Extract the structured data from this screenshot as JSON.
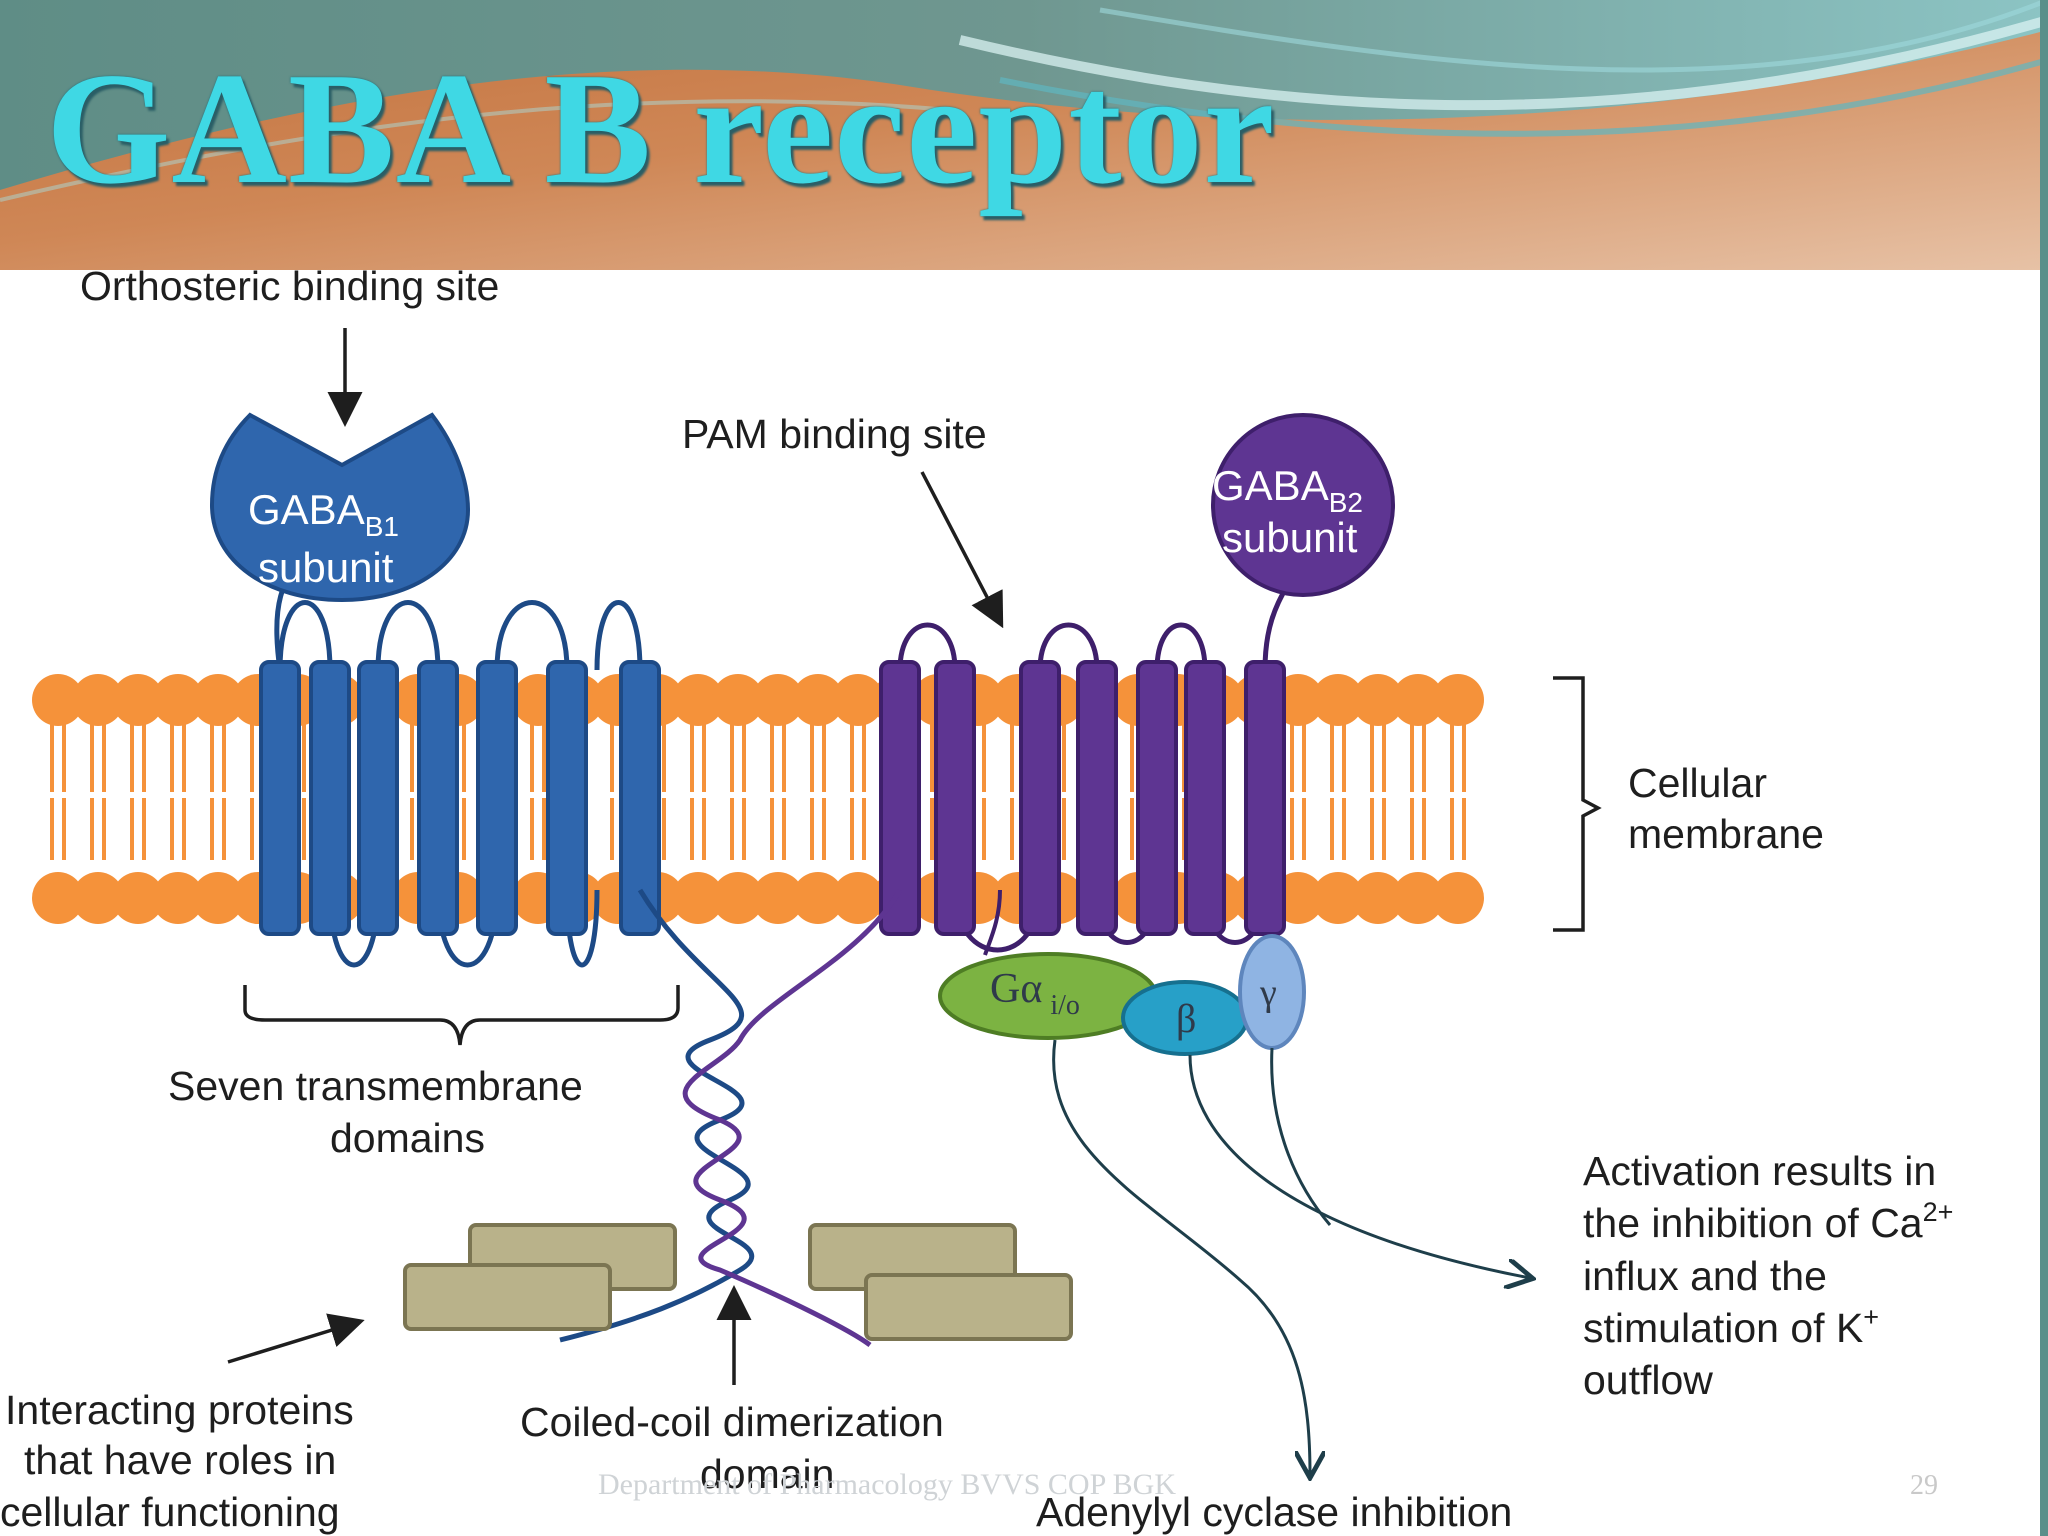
{
  "slide": {
    "title": "GABA B receptor",
    "footer": "Department of Pharmacology BVVS COP BGK",
    "slide_number": "29"
  },
  "diagram": {
    "labels": {
      "orthosteric": "Orthosteric binding site",
      "pam": "PAM binding site",
      "membrane_line1": "Cellular",
      "membrane_line2": "membrane",
      "seven_line1": "Seven transmembrane",
      "seven_line2": "domains",
      "activation_line1": "Activation results in",
      "activation_line2": "the inhibition of Ca",
      "activation_line2_sup": "2+",
      "activation_line3": "influx and the",
      "activation_line4": "stimulation of K",
      "activation_line4_sup": "+",
      "activation_line5": "outflow",
      "interacting_line1": "Interacting proteins",
      "interacting_line2": "that have roles in",
      "interacting_line3": "cellular functioning",
      "coiled_line1": "Coiled-coil dimerization",
      "coiled_line2": "domain",
      "adenylyl": "Adenylyl cyclase inhibition"
    },
    "subunit_b1": {
      "name": "GABA",
      "sub": "B1",
      "line2": "subunit"
    },
    "subunit_b2": {
      "name": "GABA",
      "sub": "B2",
      "line2": "subunit"
    },
    "g_proteins": {
      "alpha": "Gα",
      "alpha_sub": "i/o",
      "beta": "β",
      "gamma": "γ"
    },
    "colors": {
      "lipid": "#f5923a",
      "b1": "#2f66ad",
      "b1_dark": "#1d4a86",
      "b2": "#5e3592",
      "b2_dark": "#3e1f6b",
      "g_alpha": "#7cb342",
      "g_beta": "#27a0c8",
      "g_gamma": "#8fb4e3",
      "protein_box": "#b9b28a",
      "text": "#1e1e1e"
    }
  }
}
